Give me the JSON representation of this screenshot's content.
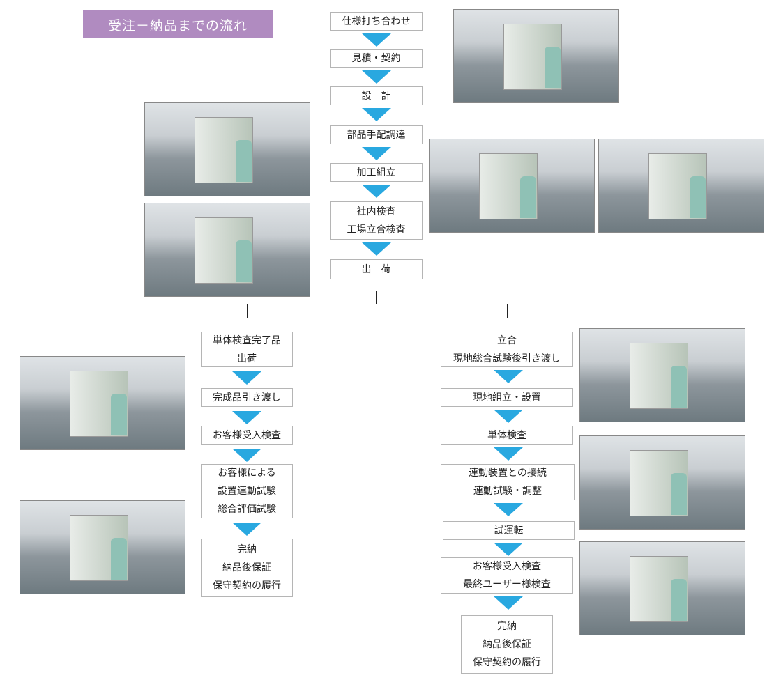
{
  "title": "受注－納品までの流れ",
  "main_flow": [
    [
      "仕様打ち合わせ"
    ],
    [
      "見積・契約"
    ],
    [
      "設　計"
    ],
    [
      "部品手配調達"
    ],
    [
      "加工組立"
    ],
    [
      "社内検査",
      "工場立合検査"
    ],
    [
      "出　荷"
    ]
  ],
  "left_branch": [
    [
      "単体検査完了品",
      "出荷"
    ],
    [
      "完成品引き渡し"
    ],
    [
      "お客様受入検査"
    ],
    [
      "お客様による",
      "設置連動試験",
      "総合評価試験"
    ],
    [
      "完納",
      "納品後保証",
      "保守契約の履行"
    ]
  ],
  "right_branch": [
    [
      "立合",
      "現地総合試験後引き渡し"
    ],
    [
      "現地組立・設置"
    ],
    [
      "単体検査"
    ],
    [
      "連動装置との接続",
      "連動試験・調整"
    ],
    [
      "試運転"
    ],
    [
      "お客様受入検査",
      "最終ユーザー様検査"
    ],
    [
      "完納",
      "納品後保証",
      "保守契約の履行"
    ]
  ],
  "colors": {
    "title_bg": "#b08bc0",
    "arrow": "#29a8e0"
  }
}
